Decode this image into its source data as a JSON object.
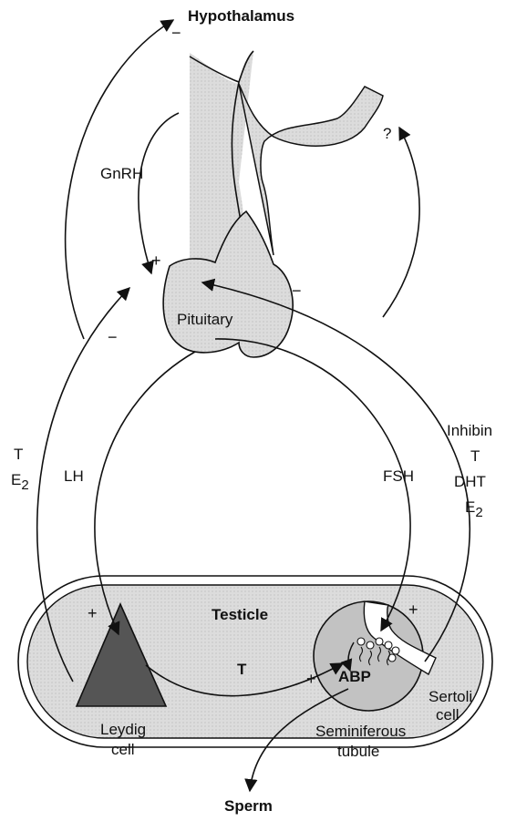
{
  "labels": {
    "hypothalamus": "Hypothalamus",
    "sperm": "Sperm",
    "gnrh": "GnRH",
    "pituitary": "Pituitary",
    "testicle": "Testicle",
    "lh": "LH",
    "fsh": "FSH",
    "t_left": "T",
    "e2_left": "E",
    "e2_left_sub": "2",
    "inhibin": "Inhibin",
    "t_right": "T",
    "dht": "DHT",
    "e2_right": "E",
    "e2_right_sub": "2",
    "t_flow": "T",
    "abp": "ABP",
    "leydig_1": "Leydig",
    "leydig_2": "cell",
    "sertoli_1": "Sertoli",
    "sertoli_2": "cell",
    "semin_1": "Seminiferous",
    "semin_2": "tubule",
    "question": "?"
  },
  "signs": {
    "hypo_minus": "−",
    "gnrh_plus": "+",
    "pit_minus_left": "−",
    "pit_minus_right": "−",
    "leydig_plus": "+",
    "tubule_plus_top": "+",
    "tubule_plus_left": "+"
  },
  "colors": {
    "fill_gray": "#d9d9d9",
    "leydig_fill": "#555555",
    "tubule_fill": "#c4c4c4",
    "line": "#111111"
  }
}
